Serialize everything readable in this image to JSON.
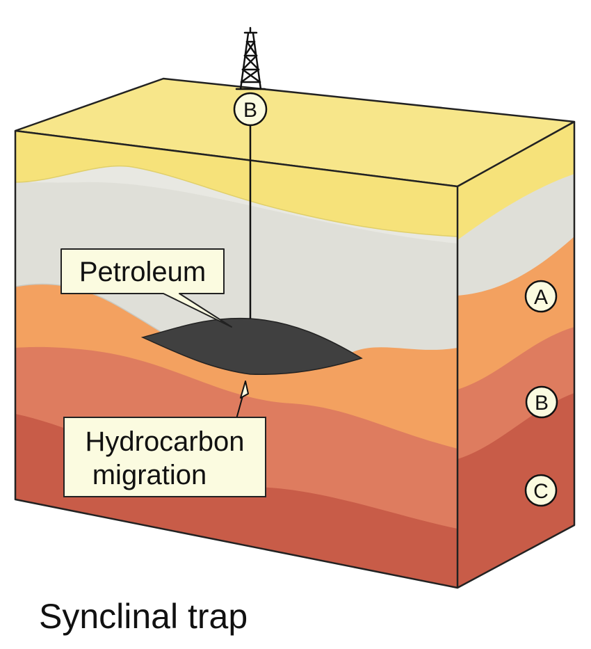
{
  "title": "Synclinal trap",
  "callouts": {
    "petroleum": "Petroleum",
    "migration_line1": "Hydrocarbon",
    "migration_line2": "migration"
  },
  "markers": {
    "derrick": "B",
    "side_a": "A",
    "side_b": "B",
    "side_c": "C"
  },
  "colors": {
    "top_layer": "#f6e27a",
    "grey_layer": "#dfdfd8",
    "orange_layer": "#f3a160",
    "salmon_layer": "#de7c5f",
    "red_layer": "#c85c48",
    "petroleum": "#404040"
  }
}
